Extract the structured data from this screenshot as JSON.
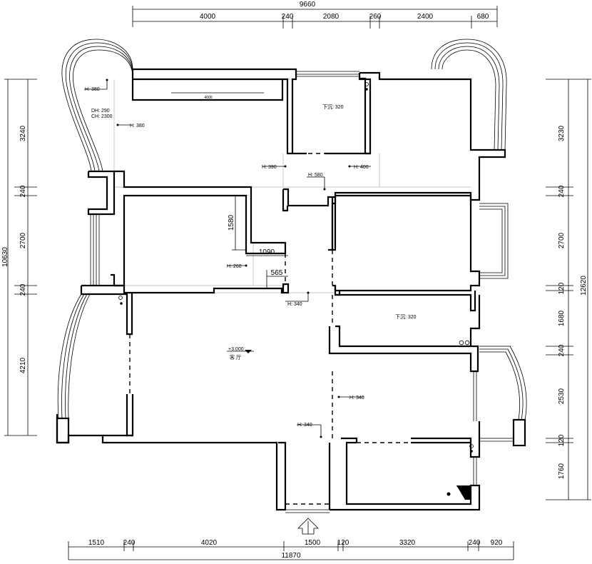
{
  "dimensions": {
    "top_total": "9660",
    "top": [
      "4000",
      "240",
      "2080",
      "260",
      "2400",
      "680"
    ],
    "bottom_total": "11870",
    "bottom": [
      "1510",
      "240",
      "4020",
      "1500",
      "120",
      "3320",
      "240",
      "920"
    ],
    "left_total": "10630",
    "left": [
      "3240",
      "240",
      "2700",
      "240",
      "4210"
    ],
    "right_total": "12620",
    "right": [
      "3230",
      "240",
      "2700",
      "120",
      "1680",
      "240",
      "2530",
      "120",
      "1760"
    ]
  },
  "interior_dimensions": {
    "d1580": "1580",
    "d1090": "1090",
    "d565": "565",
    "d4000": "4000"
  },
  "annotations": {
    "h380a": "H: 380",
    "dh": "DH: 290",
    "ch": "CH: 2300",
    "h380b": "H: 380",
    "h390": "H: 390",
    "h580": "H: 580",
    "h400": "H: 400",
    "h260": "H: 260",
    "h340a": "H: 340",
    "h340b": "H: 340",
    "h340c": "H: 340",
    "sink1": "下沉: 320",
    "sink2": "下沉: 320",
    "level": "+3.000",
    "room": "客  厅"
  }
}
